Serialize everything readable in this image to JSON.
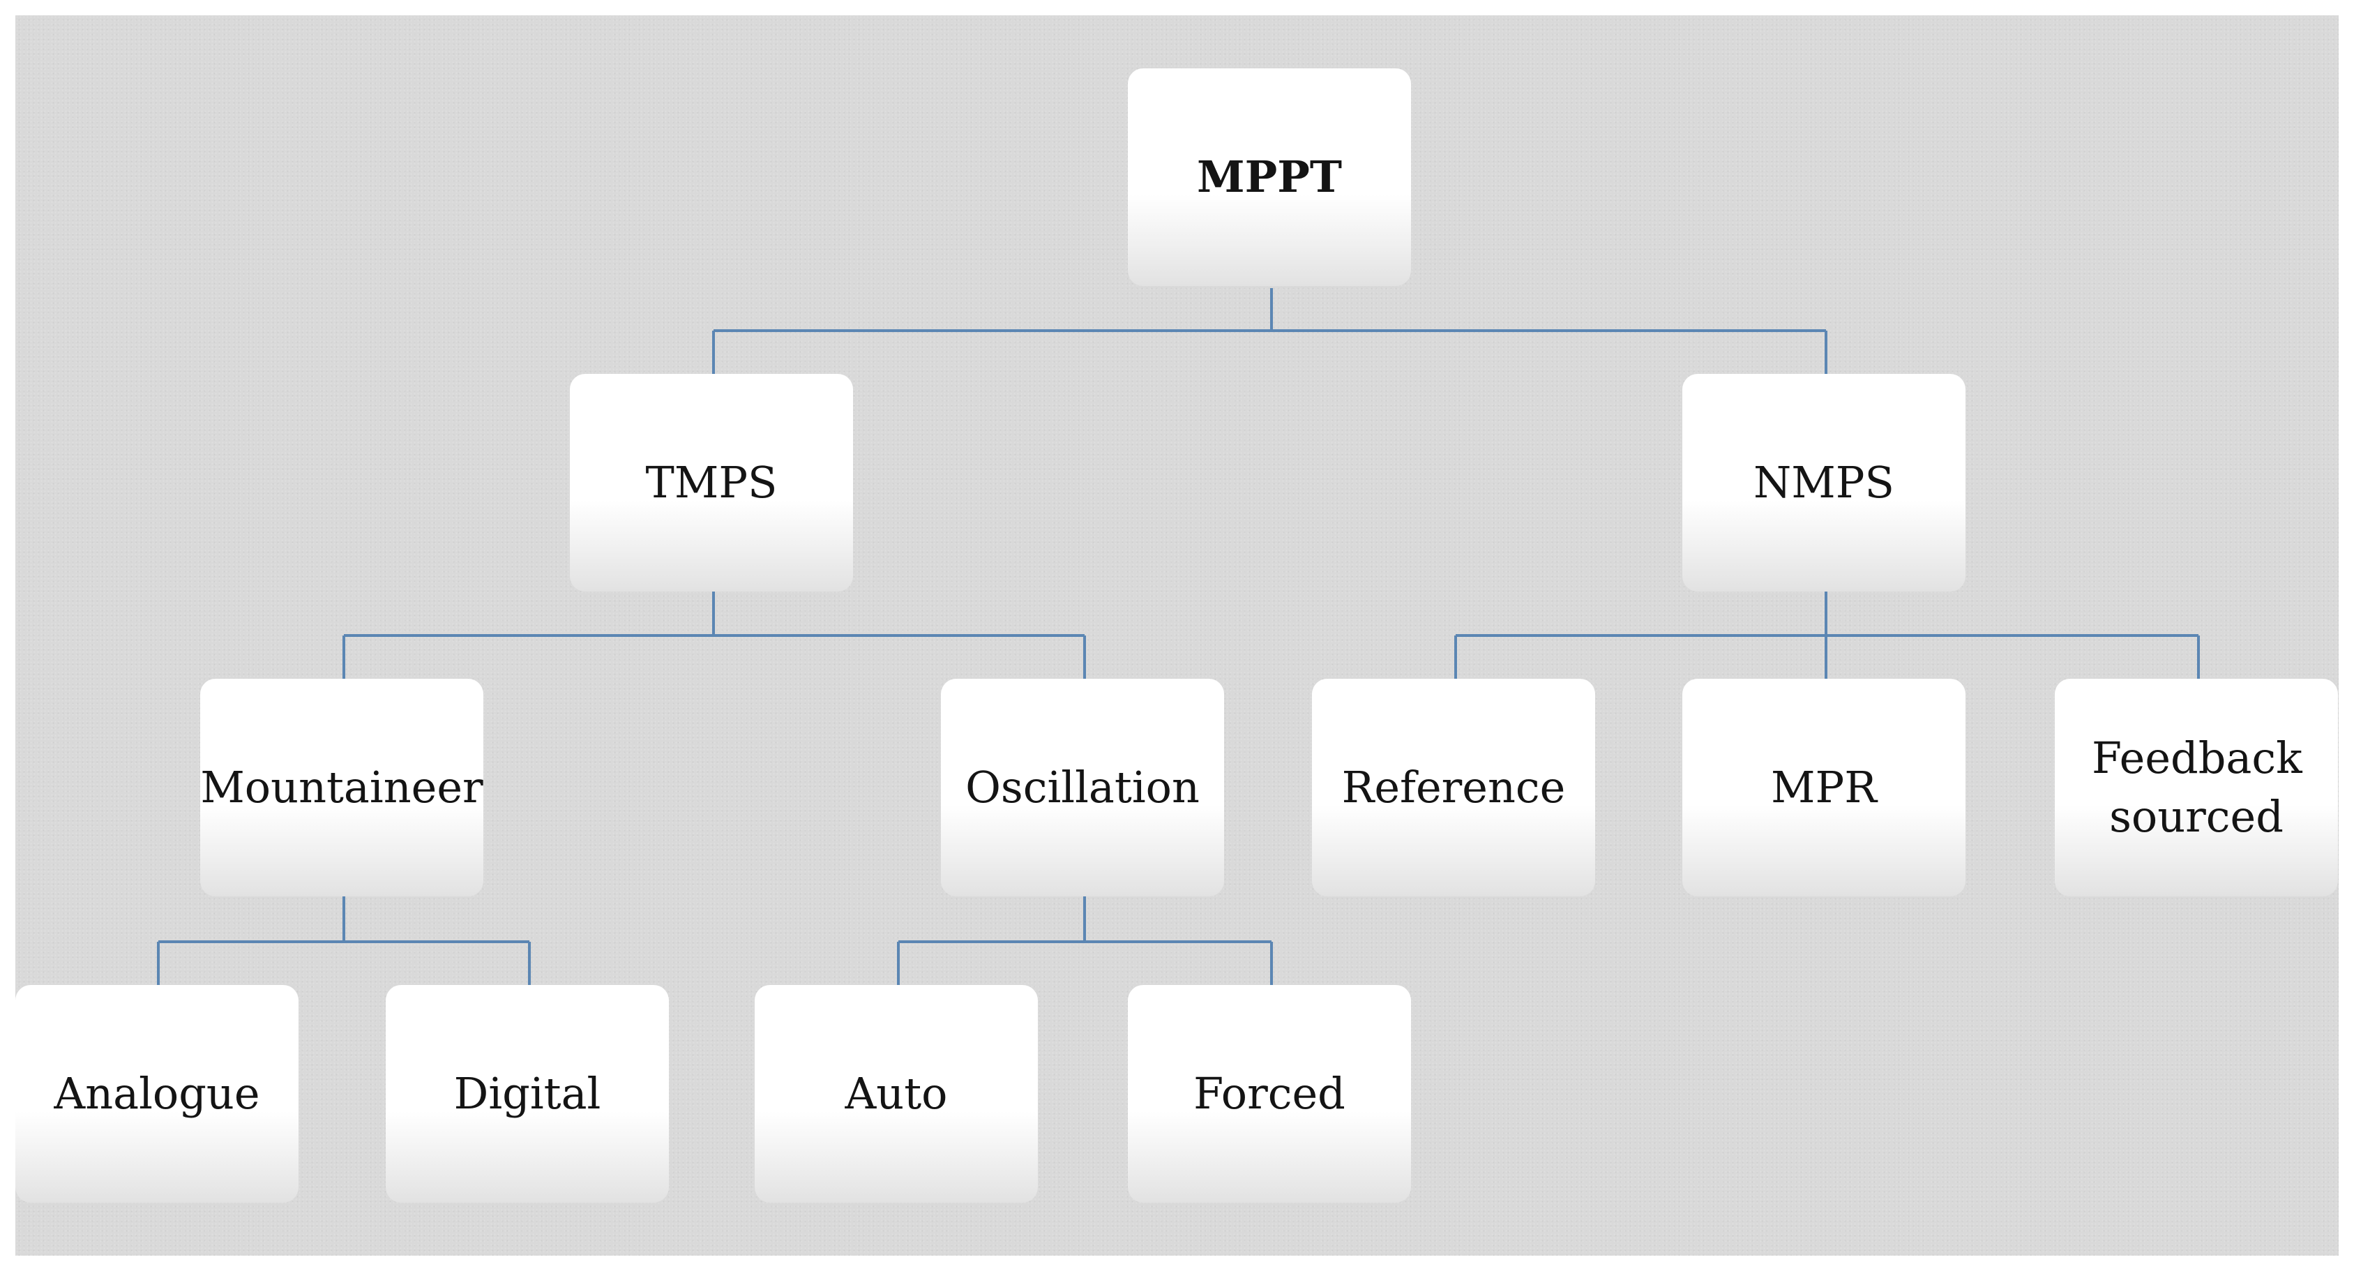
{
  "diagram": {
    "root": {
      "label": "MPPT"
    },
    "level1": [
      {
        "label": "TMPS"
      },
      {
        "label": "NMPS"
      }
    ],
    "level2": [
      {
        "label": "Mountaineer"
      },
      {
        "label": "Oscillation"
      },
      {
        "label": "Reference"
      },
      {
        "label": "MPR"
      },
      {
        "label": "Feedback sourced"
      }
    ],
    "level3": [
      {
        "label": "Analogue"
      },
      {
        "label": "Digital"
      },
      {
        "label": "Auto"
      },
      {
        "label": "Forced"
      }
    ]
  },
  "colors": {
    "connector": "#5b86b3",
    "background": "#d9d9d9",
    "box": "#ffffff",
    "text": "#141414"
  }
}
